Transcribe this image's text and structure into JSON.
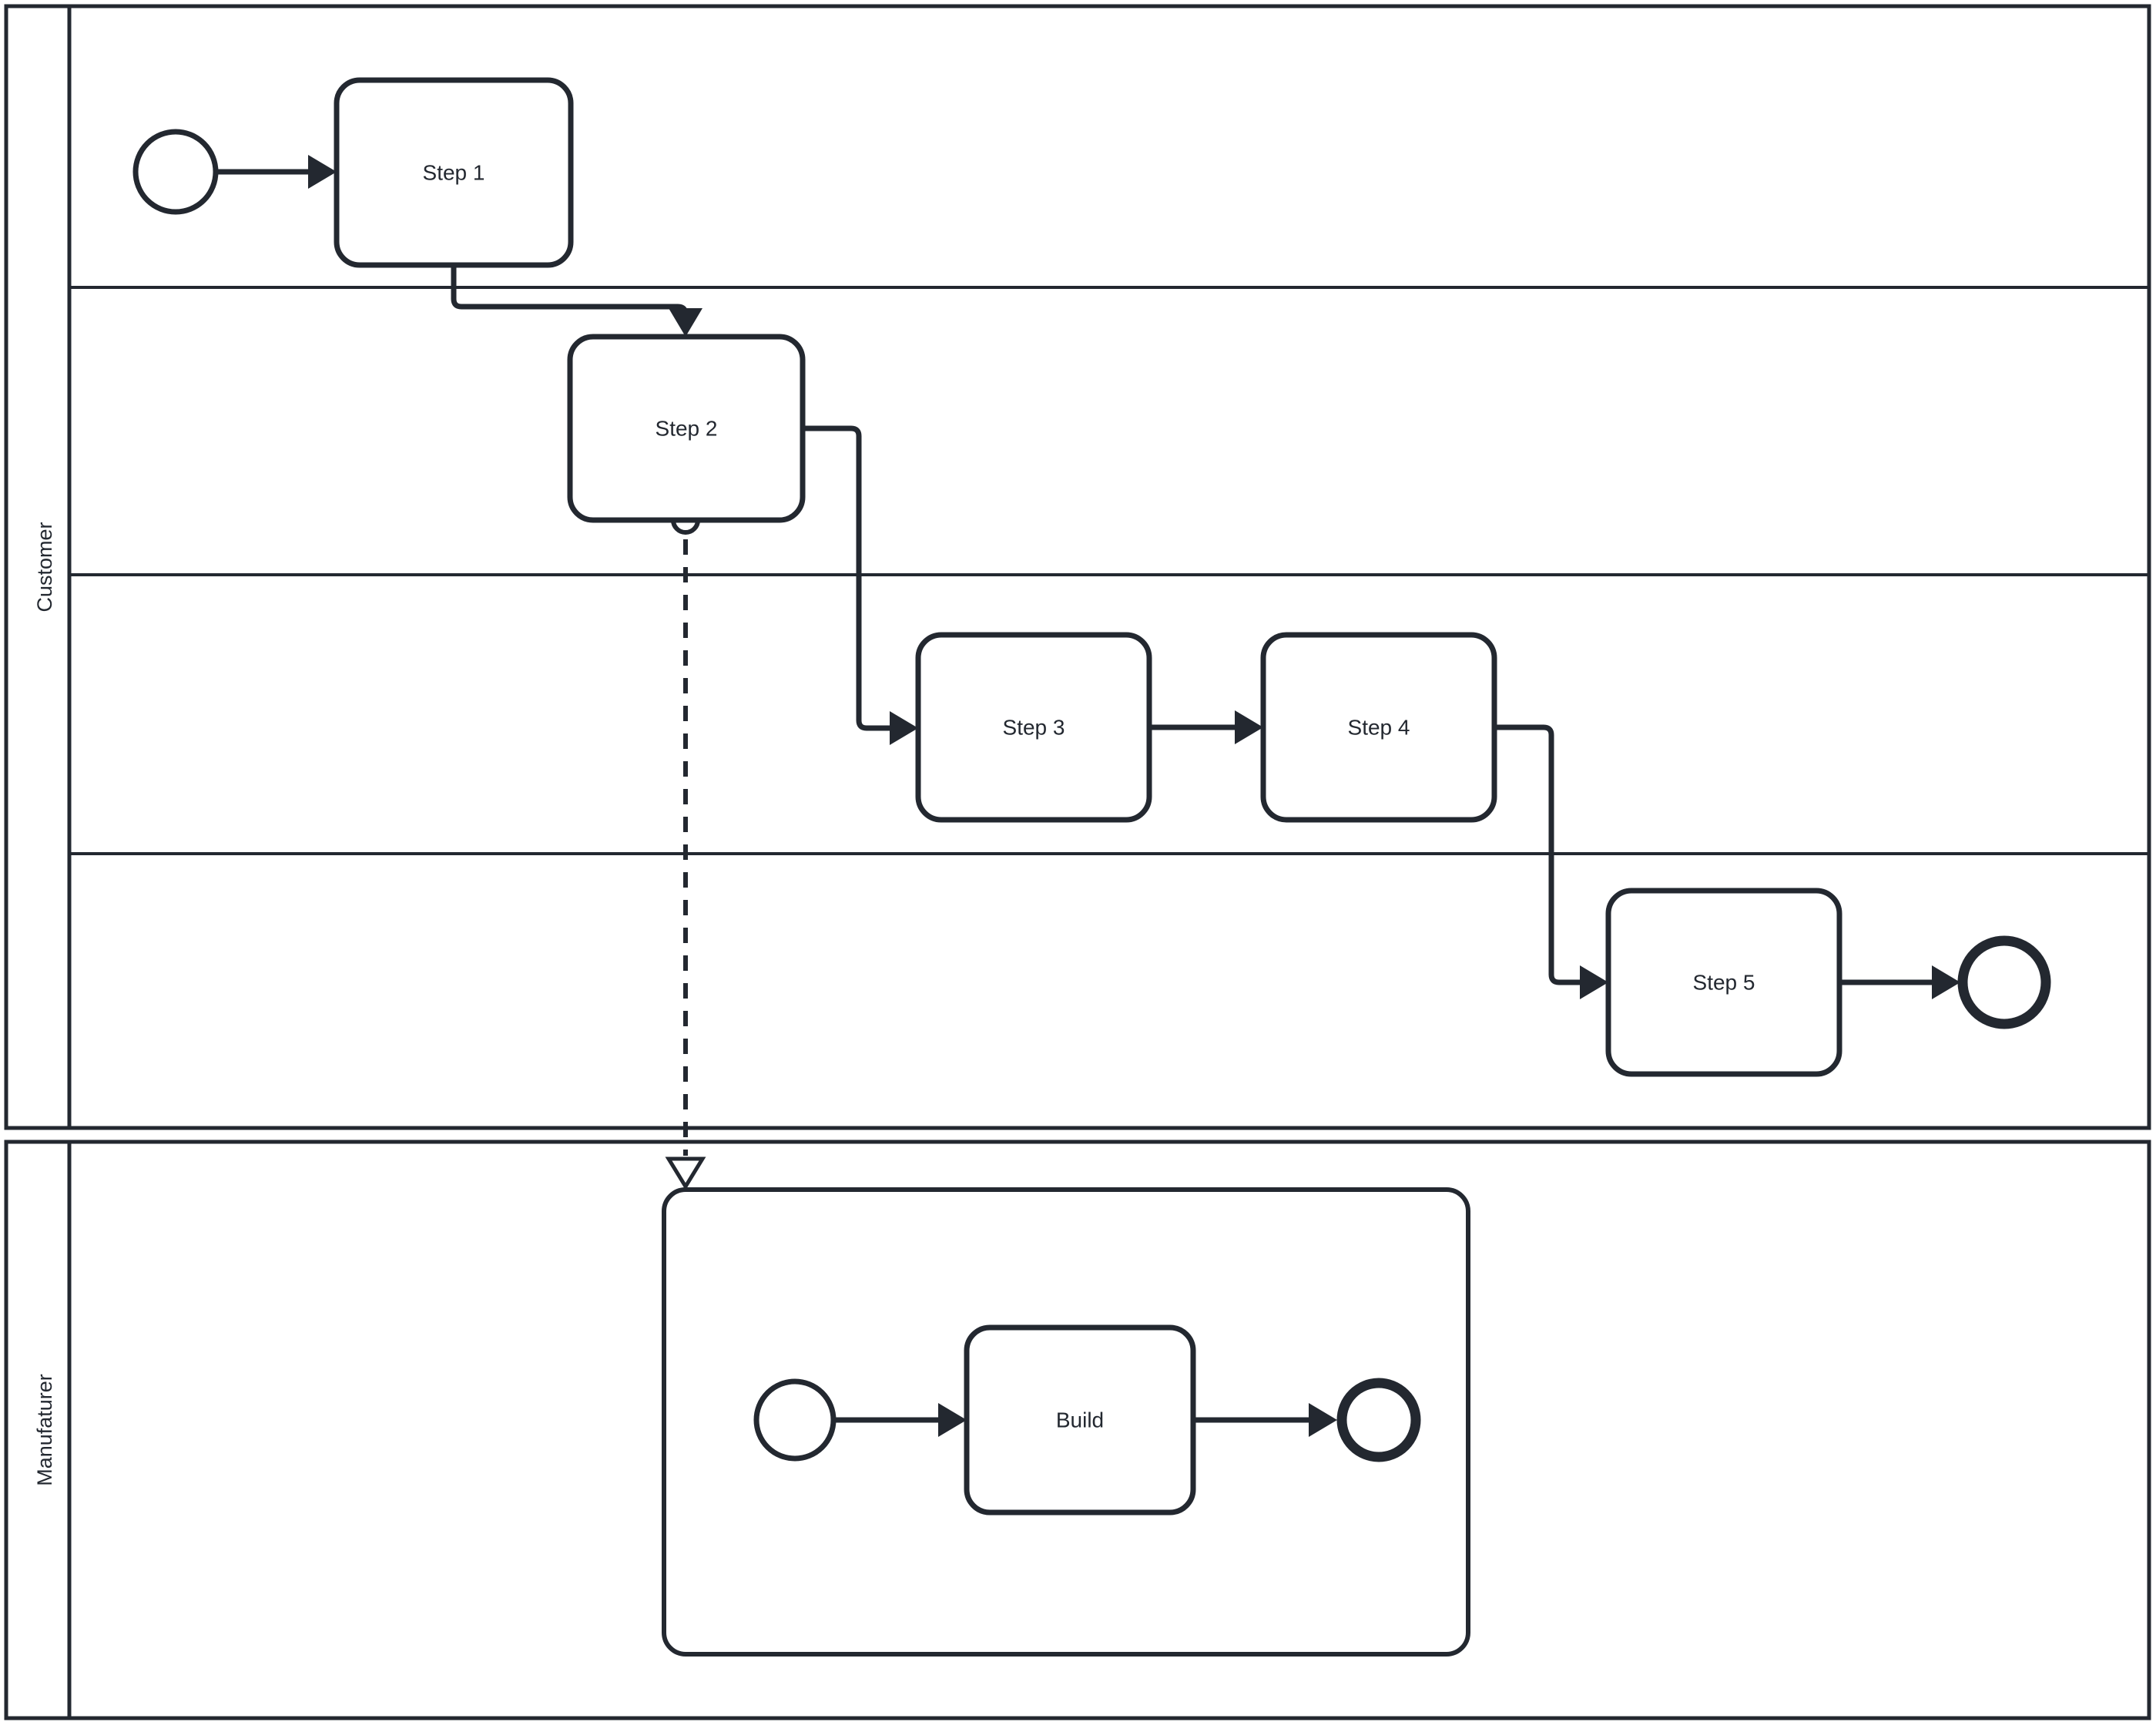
{
  "diagram": {
    "type": "bpmn-swimlane-flowchart",
    "background_color": "#ffffff",
    "stroke_color": "#232830",
    "fill_color": "#ffffff"
  },
  "pools": [
    {
      "label": "Customer",
      "lane_count": 4
    },
    {
      "label": "Manufaturer",
      "lane_count": 1
    }
  ],
  "nodes": {
    "step1": {
      "label": "Step 1",
      "type": "task",
      "pool": "Customer",
      "lane": 1
    },
    "step2": {
      "label": "Step 2",
      "type": "task",
      "pool": "Customer",
      "lane": 2
    },
    "step3": {
      "label": "Step 3",
      "type": "task",
      "pool": "Customer",
      "lane": 3
    },
    "step4": {
      "label": "Step 4",
      "type": "task",
      "pool": "Customer",
      "lane": 3
    },
    "step5": {
      "label": "Step 5",
      "type": "task",
      "pool": "Customer",
      "lane": 4
    },
    "build": {
      "label": "Build",
      "type": "task",
      "pool": "Manufaturer",
      "lane": 1
    },
    "subprocess": {
      "label": "",
      "type": "subprocess-container",
      "pool": "Manufaturer"
    }
  },
  "events": {
    "customer_start": {
      "type": "start-event",
      "pool": "Customer",
      "lane": 1
    },
    "customer_end": {
      "type": "end-event",
      "pool": "Customer",
      "lane": 4
    },
    "manufaturer_start": {
      "type": "start-event",
      "pool": "Manufaturer"
    },
    "manufaturer_end": {
      "type": "end-event",
      "pool": "Manufaturer"
    }
  },
  "flows": [
    {
      "from": "customer_start",
      "to": "step1",
      "type": "sequence"
    },
    {
      "from": "step1",
      "to": "step2",
      "type": "sequence"
    },
    {
      "from": "step2",
      "to": "step3",
      "type": "sequence"
    },
    {
      "from": "step3",
      "to": "step4",
      "type": "sequence"
    },
    {
      "from": "step4",
      "to": "step5",
      "type": "sequence"
    },
    {
      "from": "step5",
      "to": "customer_end",
      "type": "sequence"
    },
    {
      "from": "step2",
      "to": "subprocess",
      "type": "message-dashed"
    },
    {
      "from": "manufaturer_start",
      "to": "build",
      "type": "sequence"
    },
    {
      "from": "build",
      "to": "manufaturer_end",
      "type": "sequence"
    }
  ]
}
